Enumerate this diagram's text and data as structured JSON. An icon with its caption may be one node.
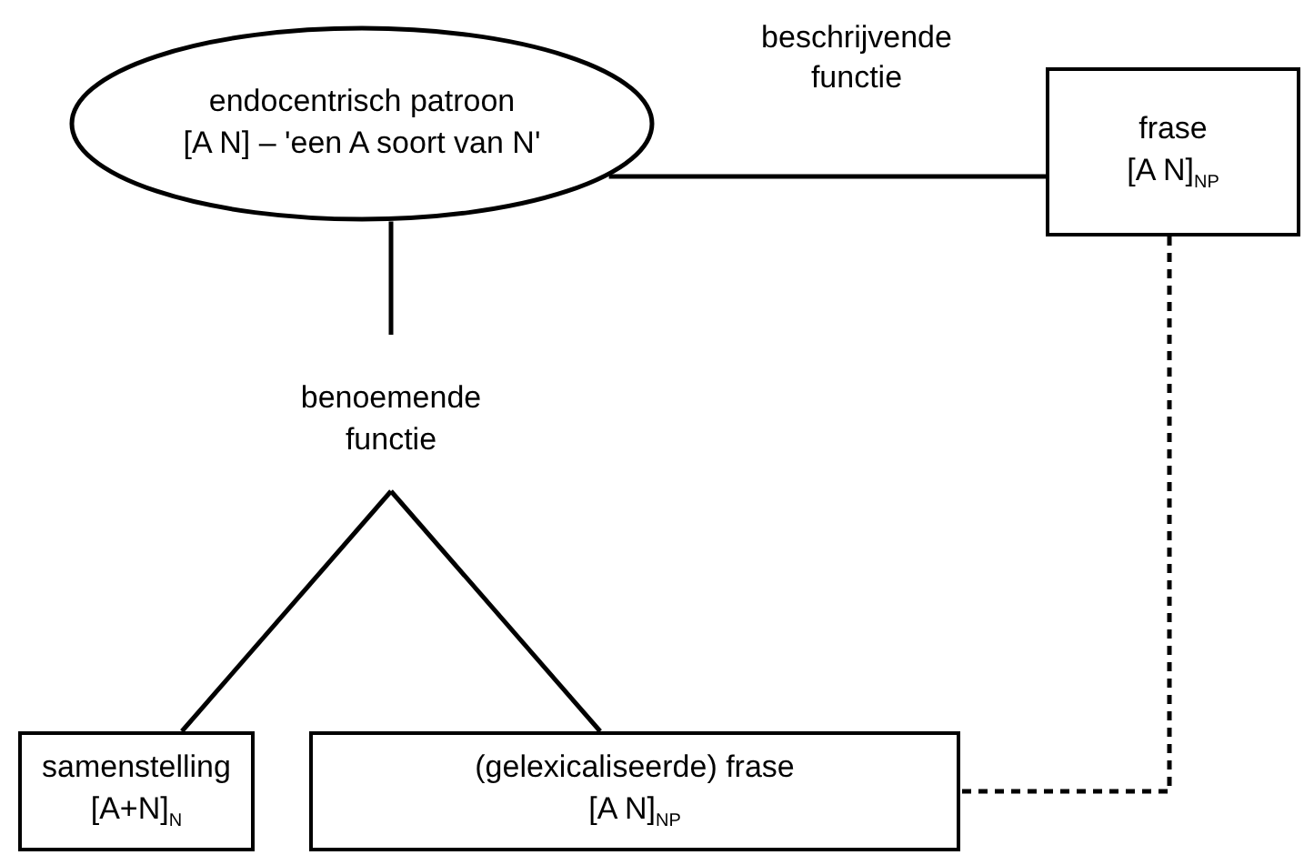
{
  "diagram": {
    "nodes": [
      {
        "text": [
          "endocentrisch patroon",
          "[A N] – 'een A soort van N'"
        ]
      },
      {
        "text": [
          "frase",
          "[A N]$_{NP}$"
        ]
      },
      {
        "text": [
          "benoemende functie"
        ]
      },
      {
        "text": [
          "samenstelling",
          "[A+N]$_{N}$"
        ]
      },
      {
        "text": [
          "(gelexicaliseerde) frase",
          "[A N]$_{NP}$"
        ]
      }
    ],
    "edges": [
      {
        "from": 0,
        "to": 1,
        "arrow": "none",
        "label": "beschrijvende functie"
      },
      {
        "from": 0,
        "to": 2,
        "arrow": "none"
      },
      {
        "from": 2,
        "to": 3,
        "arrow": "none"
      },
      {
        "from": 2,
        "to": 4,
        "arrow": "none"
      },
      {
        "from": 1,
        "to": 4,
        "arrow": "none",
        "style": "dashed"
      }
    ]
  }
}
